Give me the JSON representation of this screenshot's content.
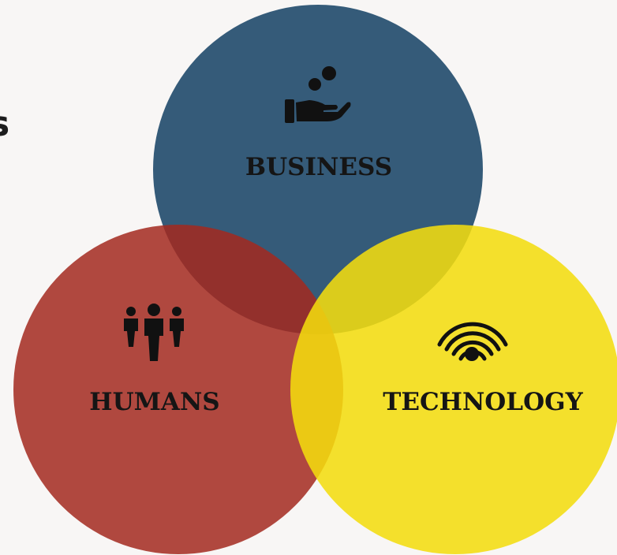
{
  "diagram": {
    "edge_fragment": "s",
    "circles": [
      {
        "id": "business",
        "label": "BUSINESS",
        "color": "#1f4a6c",
        "icon": "hand-giving-icon"
      },
      {
        "id": "humans",
        "label": "HUMANS",
        "color": "#a3291f",
        "icon": "people-group-icon"
      },
      {
        "id": "technology",
        "label": "TECHNOLOGY",
        "color": "#f3dc0e",
        "icon": "wifi-signal-icon"
      }
    ]
  }
}
